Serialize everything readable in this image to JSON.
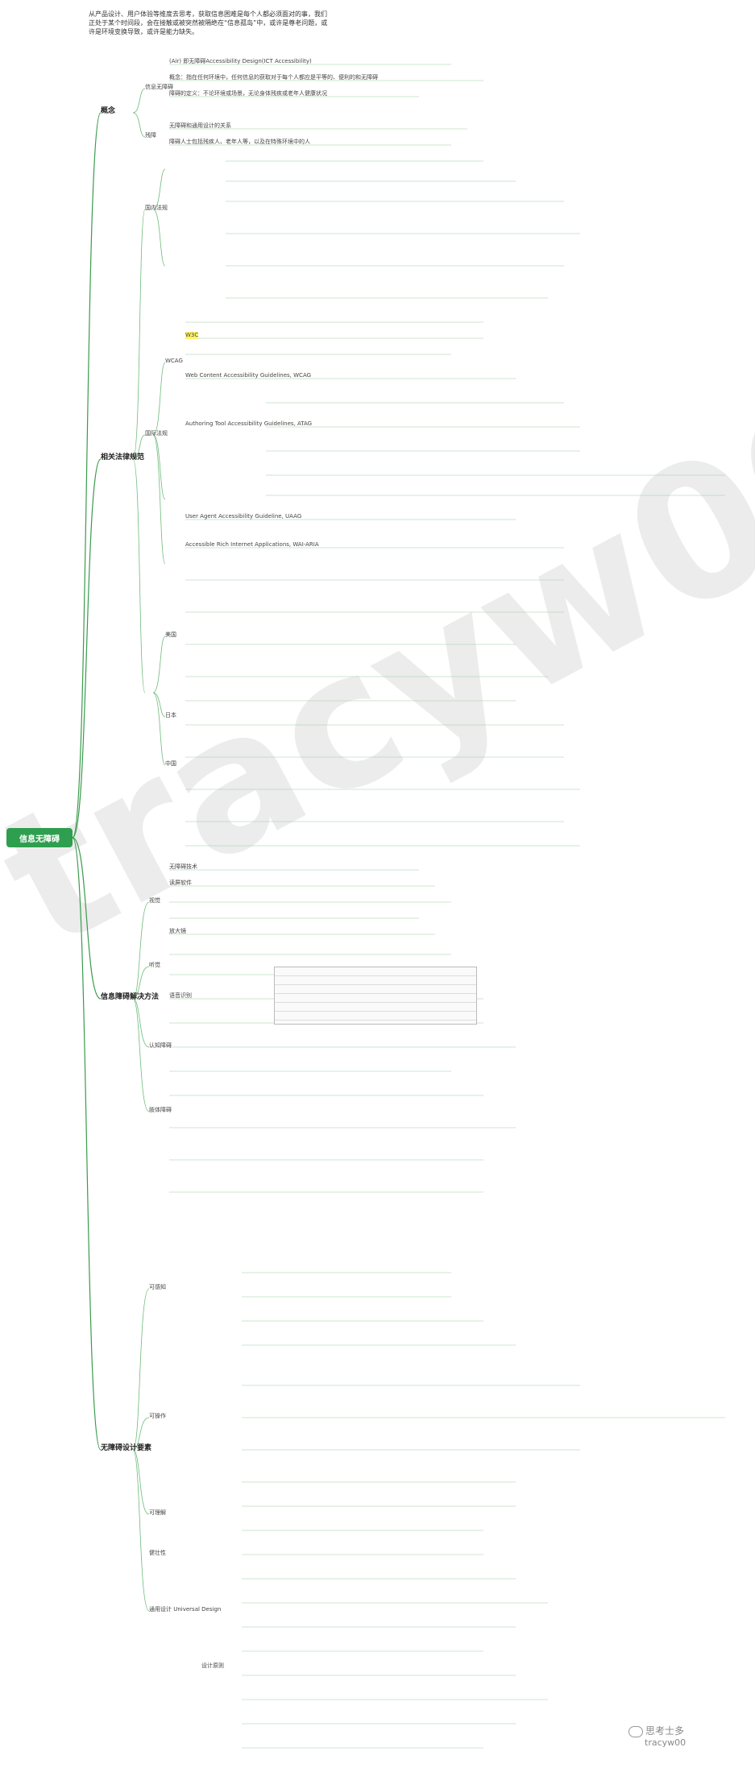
{
  "intro": "从产品设计、用户体验等维度去思考，获取信息困难是每个人都必须面对的事，我们正处于某个时间段，会在接触或被突然被隔绝在“信息孤岛”中，或许是尊老问题，或许是环境变换导致，或许是能力缺失。",
  "root": "信息无障碍",
  "sections": [
    {
      "title": "概念",
      "items": [
        "信息无障碍",
        "(Air) 即无障碍Accessibility Design(ICT Accessibility)",
        "概念：指在任何环境中，任何信息的获取对于每个人都应是平等的、便利的和无障碍",
        "障碍的定义：不论环境或场景，无论身体残疾或老年人健康状况",
        "无障碍和通用设计的关系",
        "残障",
        "障碍人士包括残疾人、老年人等，以及在特殊环境中的人"
      ]
    },
    {
      "title": "相关法律规范",
      "items": [
        "国内法规",
        "国际法规",
        "WCAG",
        "W3C",
        "Web Content Accessibility Guidelines, WCAG",
        "Authoring Tool Accessibility Guidelines, ATAG",
        "User Agent Accessibility Guideline, UAAG",
        "Accessible Rich Internet Applications, WAI-ARIA",
        "美国",
        "日本",
        "中国"
      ]
    },
    {
      "title": "信息障碍解决方法",
      "items": [
        "视觉",
        "听觉",
        "认知障碍",
        "肢体障碍",
        "无障碍技术",
        "读屏软件",
        "放大镜",
        "语音识别"
      ]
    },
    {
      "title": "无障碍设计要素",
      "items": [
        "可感知",
        "可操作",
        "可理解",
        "健壮性",
        "通用设计 Universal Design",
        "设计原则"
      ]
    }
  ],
  "watermark": "tracyw00",
  "footer": {
    "account": "思考士多",
    "id": "tracyw00"
  }
}
